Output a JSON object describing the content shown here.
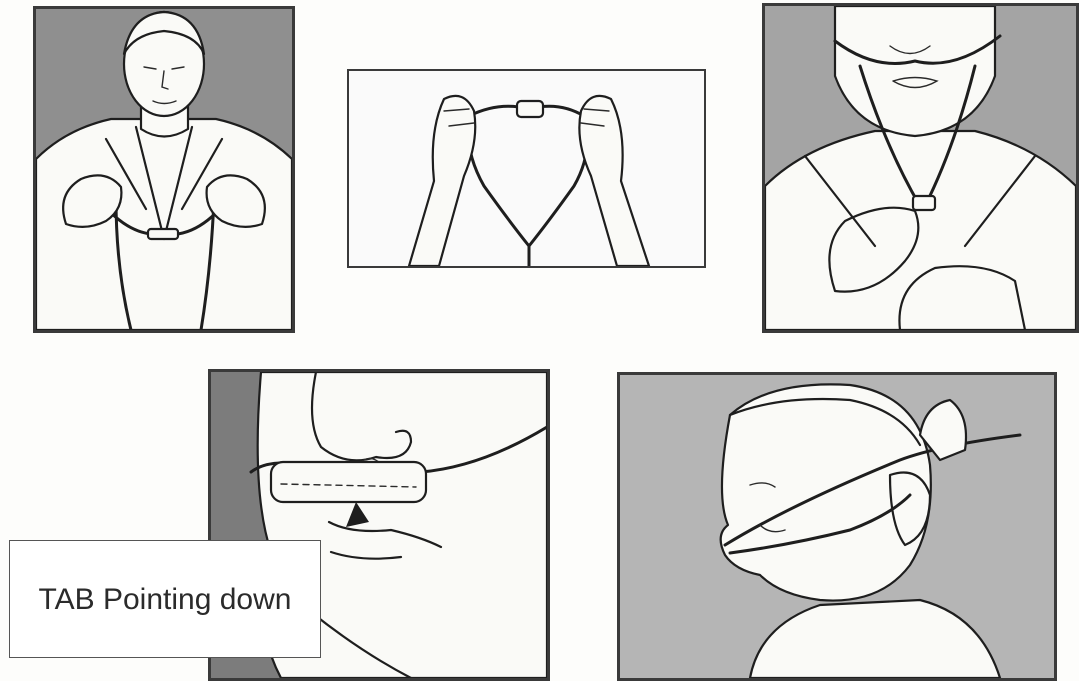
{
  "callout": {
    "text": "TAB Pointing down"
  },
  "panels": [
    {
      "id": "step-1",
      "background": "#8f8f8f"
    },
    {
      "id": "step-2",
      "background": "#fafafa"
    },
    {
      "id": "step-3",
      "background": "#a4a4a4"
    },
    {
      "id": "step-4",
      "background": "#7c7c7c"
    },
    {
      "id": "step-5",
      "background": "#b5b5b5"
    }
  ]
}
